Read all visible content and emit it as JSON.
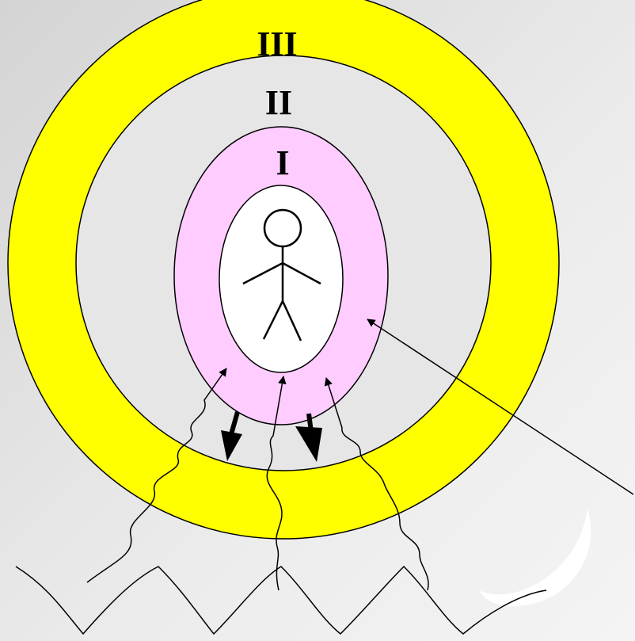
{
  "diagram": {
    "zones": [
      {
        "id": "zone-3",
        "label": "III",
        "color": "#ffff00"
      },
      {
        "id": "zone-2",
        "label": "II",
        "color": "#e6e6e6"
      },
      {
        "id": "zone-1",
        "label": "I",
        "color": "#ffccff"
      }
    ],
    "core_color": "#ffffff",
    "figure": "stick-figure",
    "background": {
      "from": "#dcdcdc",
      "to": "#f6f6f6"
    }
  }
}
